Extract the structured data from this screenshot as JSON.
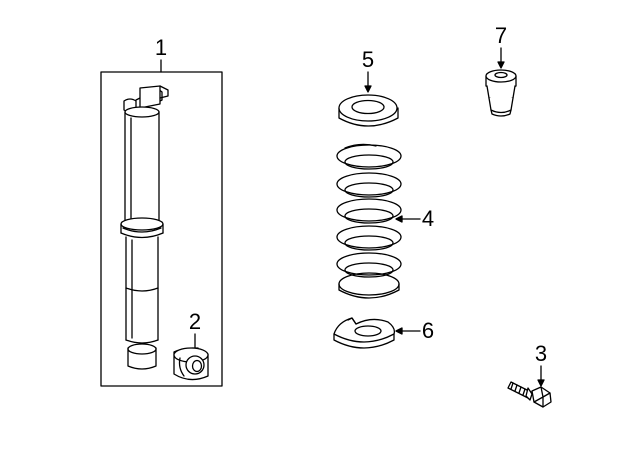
{
  "callouts": {
    "c1": "1",
    "c2": "2",
    "c3": "3",
    "c4": "4",
    "c5": "5",
    "c6": "6",
    "c7": "7"
  },
  "parts": [
    {
      "callout": "1",
      "icon": "shock-absorber-icon"
    },
    {
      "callout": "2",
      "icon": "bushing-icon"
    },
    {
      "callout": "3",
      "icon": "bolt-icon"
    },
    {
      "callout": "4",
      "icon": "coil-spring-icon"
    },
    {
      "callout": "5",
      "icon": "upper-spring-insulator-icon"
    },
    {
      "callout": "6",
      "icon": "lower-spring-insulator-icon"
    },
    {
      "callout": "7",
      "icon": "bump-stop-icon"
    }
  ],
  "colors": {
    "line": "#000000",
    "background": "#ffffff"
  }
}
